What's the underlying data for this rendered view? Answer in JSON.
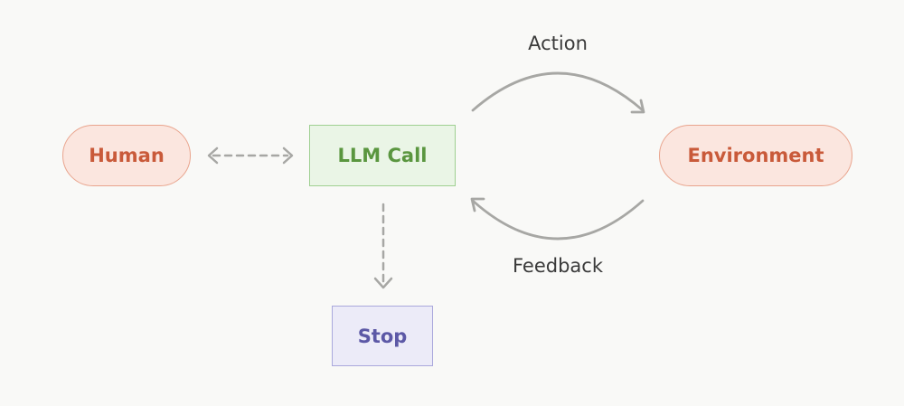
{
  "colors": {
    "background": "#f9f9f7",
    "agent_fill": "#eaf5e6",
    "agent_border": "#9fd091",
    "agent_text": "#5a963f",
    "external_fill": "#fbe6df",
    "external_border": "#e9a48d",
    "external_text": "#c95a3a",
    "stop_fill": "#ecebf8",
    "stop_border": "#aaa8dc",
    "stop_text": "#5c58a6",
    "edge": "#a7a7a4",
    "label": "#3a3a3a"
  },
  "nodes": {
    "human": {
      "label": "Human"
    },
    "llm_call": {
      "label": "LLM Call"
    },
    "environment": {
      "label": "Environment"
    },
    "stop": {
      "label": "Stop"
    }
  },
  "edges": {
    "action": {
      "label": "Action"
    },
    "feedback": {
      "label": "Feedback"
    }
  }
}
